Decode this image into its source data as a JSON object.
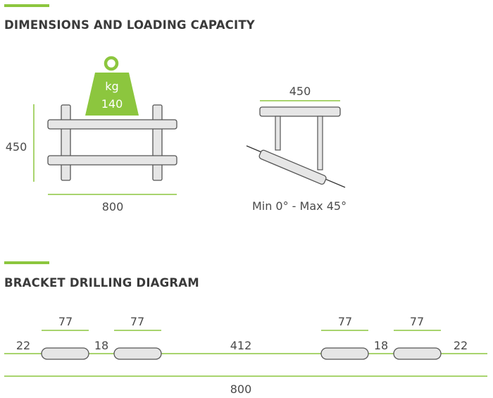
{
  "sections": {
    "dimensions": {
      "title": "DIMENSIONS AND LOADING CAPACITY"
    },
    "drilling": {
      "title": "BRACKET DRILLING DIAGRAM"
    }
  },
  "front_view": {
    "weight_unit": "kg",
    "weight_value": "140",
    "height_label": "450",
    "width_label": "800"
  },
  "side_view": {
    "depth_label": "450",
    "angle_caption": "Min 0° - Max 45°"
  },
  "drilling": {
    "slot_width_labels": [
      "77",
      "77",
      "77",
      "77"
    ],
    "edge_left": "22",
    "gap_left": "18",
    "center_gap": "412",
    "gap_right": "18",
    "edge_right": "22",
    "total": "800"
  },
  "colors": {
    "accent": "#8cc63e",
    "part_fill": "#e6e6e6",
    "part_stroke": "#555555",
    "text": "#4a4a4a"
  }
}
